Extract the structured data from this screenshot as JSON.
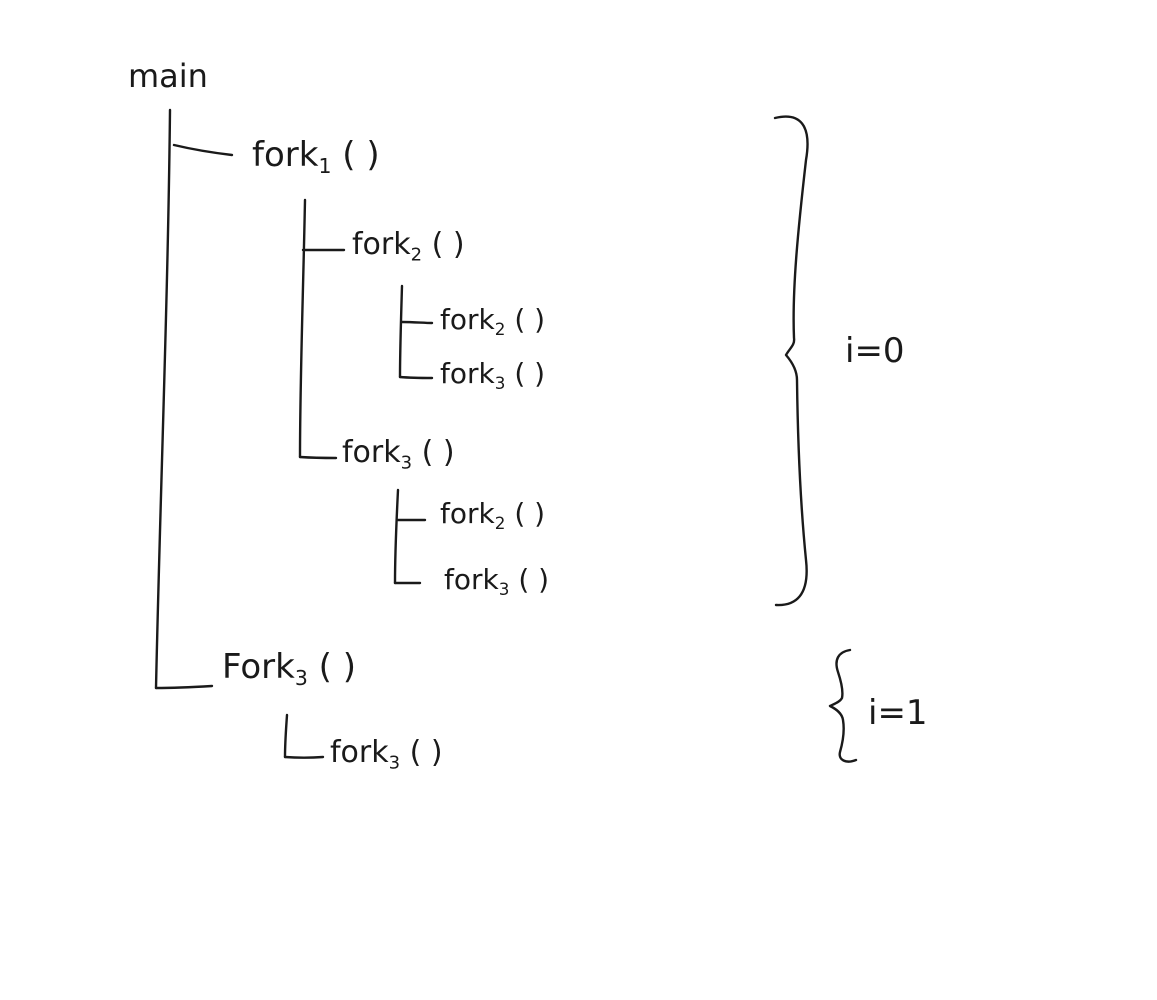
{
  "diagram": {
    "root": "main",
    "nodes": {
      "fork1": {
        "name": "fork",
        "index": "1",
        "parens": "( )"
      },
      "fork2": {
        "name": "fork",
        "index": "2",
        "parens": "( )"
      },
      "fork2_fork2": {
        "name": "fork",
        "index": "2",
        "parens": "( )"
      },
      "fork2_fork3": {
        "name": "fork",
        "index": "3",
        "parens": "( )"
      },
      "fork3": {
        "name": "fork",
        "index": "3",
        "parens": "( )"
      },
      "fork3_fork2": {
        "name": "fork",
        "index": "2",
        "parens": "( )"
      },
      "fork3_fork3": {
        "name": "fork",
        "index": "3",
        "parens": "( )"
      },
      "main_fork3": {
        "name": "Fork",
        "index": "3",
        "parens": "( )"
      },
      "main_fork3_fork3": {
        "name": "fork",
        "index": "3",
        "parens": "( )"
      }
    },
    "annotations": {
      "i0": "i=0",
      "i1": "i=1"
    }
  },
  "colors": {
    "ink": "#1a1a1a",
    "paper": "#ffffff"
  }
}
